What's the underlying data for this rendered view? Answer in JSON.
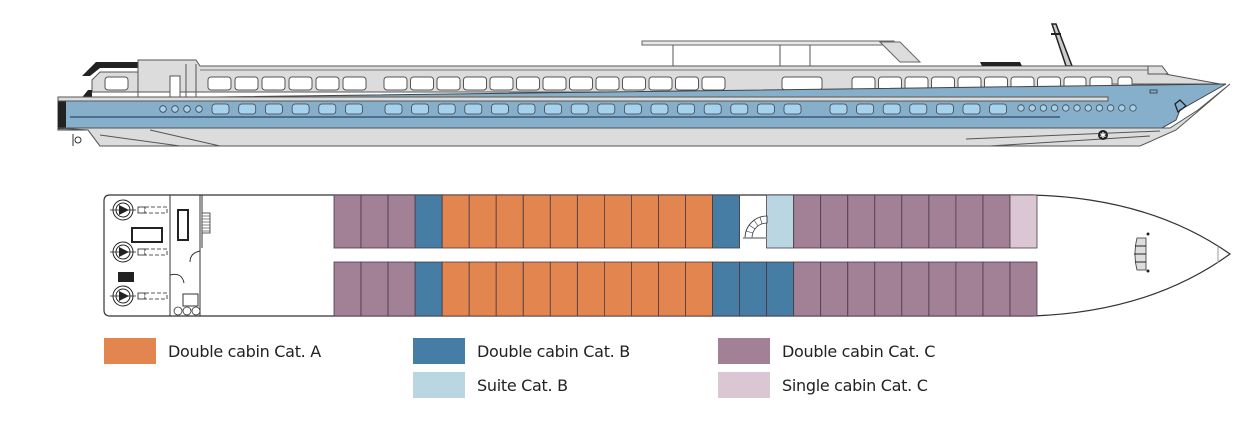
{
  "colors": {
    "cat_a_double": "#E3854F",
    "cat_b_double": "#467DA5",
    "cat_b_suite": "#BAD6E2",
    "cat_c_double": "#A28197",
    "cat_c_single": "#DAC7D3",
    "hull_blue": "#86AFCB",
    "window_blue": "#A6D2EE",
    "superstructure_grey": "#DCDCDC",
    "outline": "#444444"
  },
  "deck_plan": {
    "top_row": [
      "C",
      "C",
      "C",
      "B",
      "A",
      "A",
      "A",
      "A",
      "A",
      "A",
      "A",
      "A",
      "A",
      "A",
      "B",
      "stairs",
      "S",
      "C",
      "C",
      "C",
      "C",
      "C",
      "C",
      "C",
      "C",
      "SC"
    ],
    "bottom_row": [
      "C",
      "C",
      "C",
      "B",
      "A",
      "A",
      "A",
      "A",
      "A",
      "A",
      "A",
      "A",
      "A",
      "A",
      "B",
      "B",
      "B",
      "C",
      "C",
      "C",
      "C",
      "C",
      "C",
      "C",
      "C",
      "C"
    ]
  },
  "legend": {
    "items": [
      {
        "key": "A",
        "label": "Double cabin Cat. A",
        "color": "#E3854F"
      },
      {
        "key": "B",
        "label": "Double cabin Cat. B",
        "color": "#467DA5"
      },
      {
        "key": "S",
        "label": "Suite Cat. B",
        "color": "#BAD6E2"
      },
      {
        "key": "C",
        "label": "Double cabin Cat. C",
        "color": "#A28197"
      },
      {
        "key": "SC",
        "label": "Single cabin Cat. C",
        "color": "#DAC7D3"
      }
    ]
  }
}
